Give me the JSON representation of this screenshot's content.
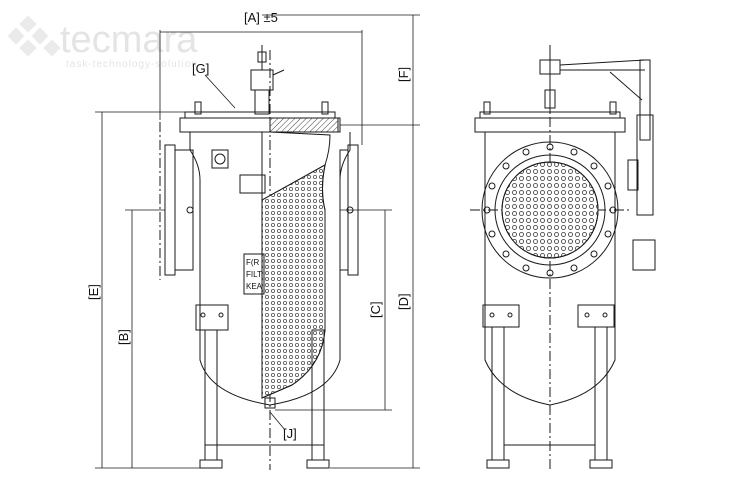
{
  "watermark": {
    "brand": "tecmara",
    "tagline": "task-technology-solution",
    "color": "#d9d9d9"
  },
  "dimensions": {
    "A": "[A] ±5",
    "B": "[B]",
    "C": "[C]",
    "D": "[D]",
    "E": "[E]",
    "F": "[F]",
    "G": "[G]",
    "J": "[J]"
  },
  "plate_labels": [
    "F(R",
    "FILT",
    "KEA"
  ],
  "colors": {
    "line": "#1a1a1a",
    "hatch": "#444444",
    "perforation": "#555555"
  }
}
